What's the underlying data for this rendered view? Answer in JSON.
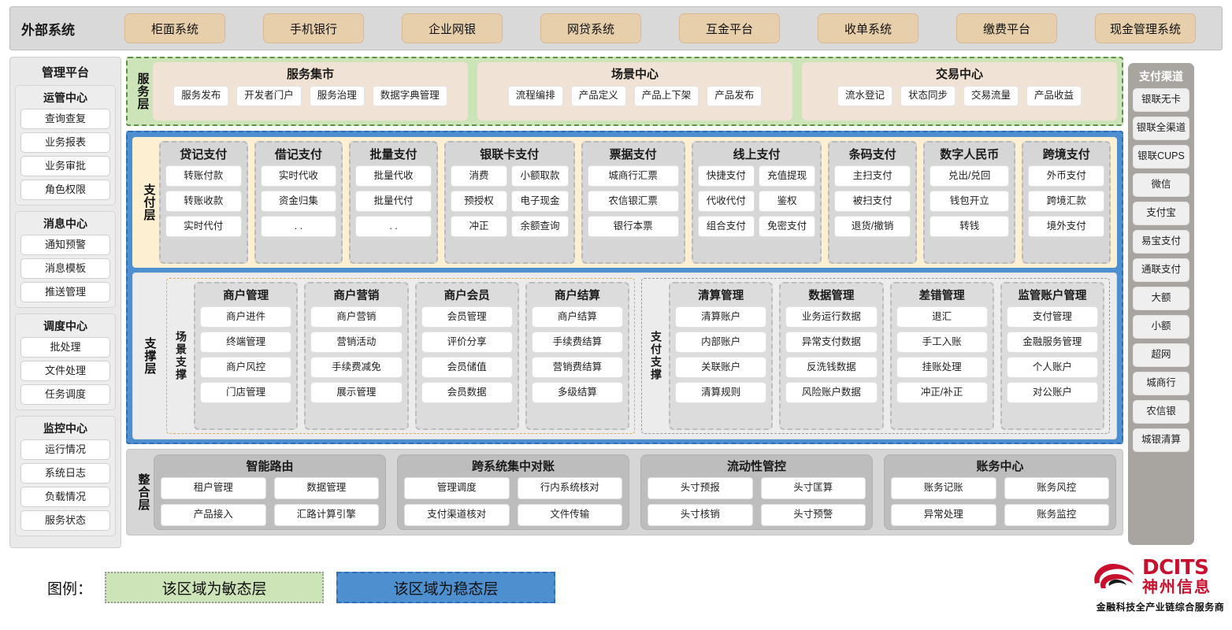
{
  "external": {
    "title": "外部系统",
    "items": [
      "柜面系统",
      "手机银行",
      "企业网银",
      "网贷系统",
      "互金平台",
      "收单系统",
      "缴费平台",
      "现金管理系统"
    ]
  },
  "management": {
    "title": "管理平台",
    "groups": [
      {
        "title": "运管中心",
        "items": [
          "查询查复",
          "业务报表",
          "业务审批",
          "角色权限"
        ]
      },
      {
        "title": "消息中心",
        "items": [
          "通知预警",
          "消息模板",
          "推送管理"
        ]
      },
      {
        "title": "调度中心",
        "items": [
          "批处理",
          "文件处理",
          "任务调度"
        ]
      },
      {
        "title": "监控中心",
        "items": [
          "运行情况",
          "系统日志",
          "负载情况",
          "服务状态"
        ]
      }
    ]
  },
  "channels": {
    "title": "支付渠道",
    "items": [
      "银联无卡",
      "银联全渠道",
      "银联CUPS",
      "微信",
      "支付宝",
      "易宝支付",
      "通联支付",
      "大额",
      "小额",
      "超网",
      "城商行",
      "农信银",
      "城银清算"
    ]
  },
  "service_layer": {
    "label": "服务层",
    "groups": [
      {
        "title": "服务集市",
        "items": [
          "服务发布",
          "开发者门户",
          "服务治理",
          "数据字典管理"
        ]
      },
      {
        "title": "场景中心",
        "items": [
          "流程编排",
          "产品定义",
          "产品上下架",
          "产品发布"
        ]
      },
      {
        "title": "交易中心",
        "items": [
          "流水登记",
          "状态同步",
          "交易流量",
          "产品收益"
        ]
      }
    ]
  },
  "payment_layer": {
    "label": "支付层",
    "cards": [
      {
        "title": "贷记支付",
        "cols": 1,
        "items": [
          "转账付款",
          "转账收款",
          "实时代付"
        ]
      },
      {
        "title": "借记支付",
        "cols": 1,
        "items": [
          "实时代收",
          "资金归集",
          ". ."
        ]
      },
      {
        "title": "批量支付",
        "cols": 1,
        "items": [
          "批量代收",
          "批量代付",
          ". ."
        ]
      },
      {
        "title": "银联卡支付",
        "cols": 2,
        "items": [
          "消费",
          "小额取款",
          "预授权",
          "电子现金",
          "冲正",
          "余额查询"
        ]
      },
      {
        "title": "票据支付",
        "cols": 1,
        "items": [
          "城商行汇票",
          "农信银汇票",
          "银行本票"
        ]
      },
      {
        "title": "线上支付",
        "cols": 2,
        "items": [
          "快捷支付",
          "充值提现",
          "代收代付",
          "鉴权",
          "组合支付",
          "免密支付"
        ]
      },
      {
        "title": "条码支付",
        "cols": 1,
        "items": [
          "主扫支付",
          "被扫支付",
          "退货/撤销"
        ]
      },
      {
        "title": "数字人民币",
        "cols": 1,
        "items": [
          "兑出/兑回",
          "钱包开立",
          "转钱"
        ]
      },
      {
        "title": "跨境支付",
        "cols": 1,
        "items": [
          "外币支付",
          "跨境汇款",
          "境外支付"
        ]
      }
    ]
  },
  "support_layer": {
    "label": "支撑层",
    "scene": {
      "label": "场景支撑",
      "cards": [
        {
          "title": "商户管理",
          "items": [
            "商户进件",
            "终端管理",
            "商户风控",
            "门店管理"
          ]
        },
        {
          "title": "商户营销",
          "items": [
            "商户营销",
            "营销活动",
            "手续费减免",
            "展示管理"
          ]
        },
        {
          "title": "商户会员",
          "items": [
            "会员管理",
            "评价分享",
            "会员储值",
            "会员数据"
          ]
        },
        {
          "title": "商户结算",
          "items": [
            "商户结算",
            "手续费结算",
            "营销费结算",
            "多级结算"
          ]
        }
      ]
    },
    "paysupport": {
      "label": "支付支撑",
      "cards": [
        {
          "title": "清算管理",
          "items": [
            "清算账户",
            "内部账户",
            "关联账户",
            "清算规则"
          ]
        },
        {
          "title": "数据管理",
          "items": [
            "业务运行数据",
            "异常支付数据",
            "反洗钱数据",
            "风险账户数据"
          ]
        },
        {
          "title": "差错管理",
          "items": [
            "退汇",
            "手工入账",
            "挂账处理",
            "冲正/补正"
          ]
        },
        {
          "title": "监管账户管理",
          "items": [
            "支付管理",
            "金融服务管理",
            "个人账户",
            "对公账户"
          ]
        }
      ]
    }
  },
  "integration_layer": {
    "label": "整合层",
    "cards": [
      {
        "title": "智能路由",
        "items": [
          "租户管理",
          "数据管理",
          "产品接入",
          "汇路计算引擎"
        ]
      },
      {
        "title": "跨系统集中对账",
        "items": [
          "管理调度",
          "行内系统核对",
          "支付渠道核对",
          "文件传输"
        ]
      },
      {
        "title": "流动性管控",
        "items": [
          "头寸预报",
          "头寸匡算",
          "头寸核销",
          "头寸预警"
        ]
      },
      {
        "title": "账务中心",
        "items": [
          "账务记账",
          "账务风控",
          "异常处理",
          "账务监控"
        ]
      }
    ]
  },
  "legend": {
    "label": "图例：",
    "agile": "该区域为敏态层",
    "stable": "该区域为稳态层",
    "agile_color": "#cde3b8",
    "stable_color": "#4e8fd0"
  },
  "brand": {
    "en": "DCITS",
    "cn": "神州信息",
    "tagline": "金融科技全产业链综合服务商",
    "color": "#c8102e"
  }
}
